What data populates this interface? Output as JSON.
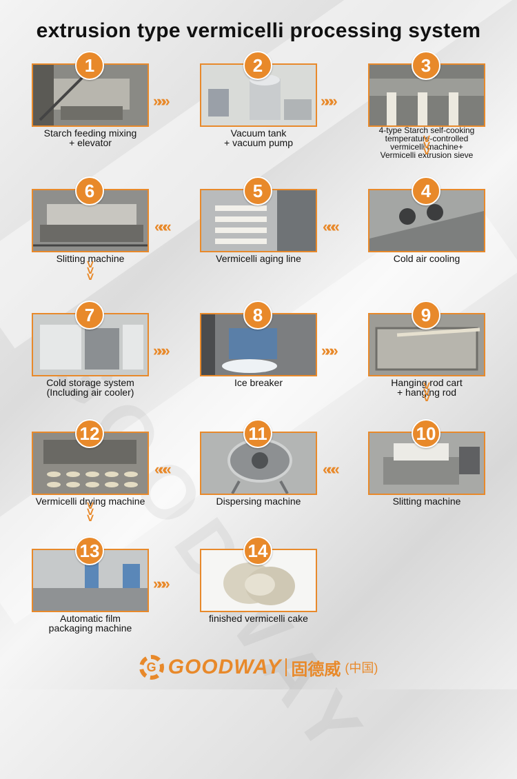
{
  "title": "extrusion type vermicelli processing system",
  "steps": [
    {
      "num": "1",
      "label": "Starch feeding mixing\n+ elevator"
    },
    {
      "num": "2",
      "label": "Vacuum tank\n+ vacuum pump"
    },
    {
      "num": "3",
      "label": "4-type Starch self-cooking\ntemperature-controlled\nvermicelli machine+\nVermicelli extrusion sieve"
    },
    {
      "num": "4",
      "label": "Cold air cooling"
    },
    {
      "num": "5",
      "label": "Vermicelli aging line"
    },
    {
      "num": "6",
      "label": "Slitting machine"
    },
    {
      "num": "7",
      "label": "Cold storage system\n(Including air cooler)"
    },
    {
      "num": "8",
      "label": "Ice breaker"
    },
    {
      "num": "9",
      "label": "Hanging rod cart\n+ hanging rod"
    },
    {
      "num": "10",
      "label": "Slitting machine"
    },
    {
      "num": "11",
      "label": "Dispersing machine"
    },
    {
      "num": "12",
      "label": "Vermicelli drying machine"
    },
    {
      "num": "13",
      "label": "Automatic film\npackaging machine"
    },
    {
      "num": "14",
      "label": "finished vermicelli cake"
    }
  ],
  "logo": {
    "brand": "GOODWAY",
    "cn": "固德威",
    "cn_country": "(中国)",
    "watermark": "GOODWAY"
  },
  "colors": {
    "accent": "#e8892a"
  }
}
